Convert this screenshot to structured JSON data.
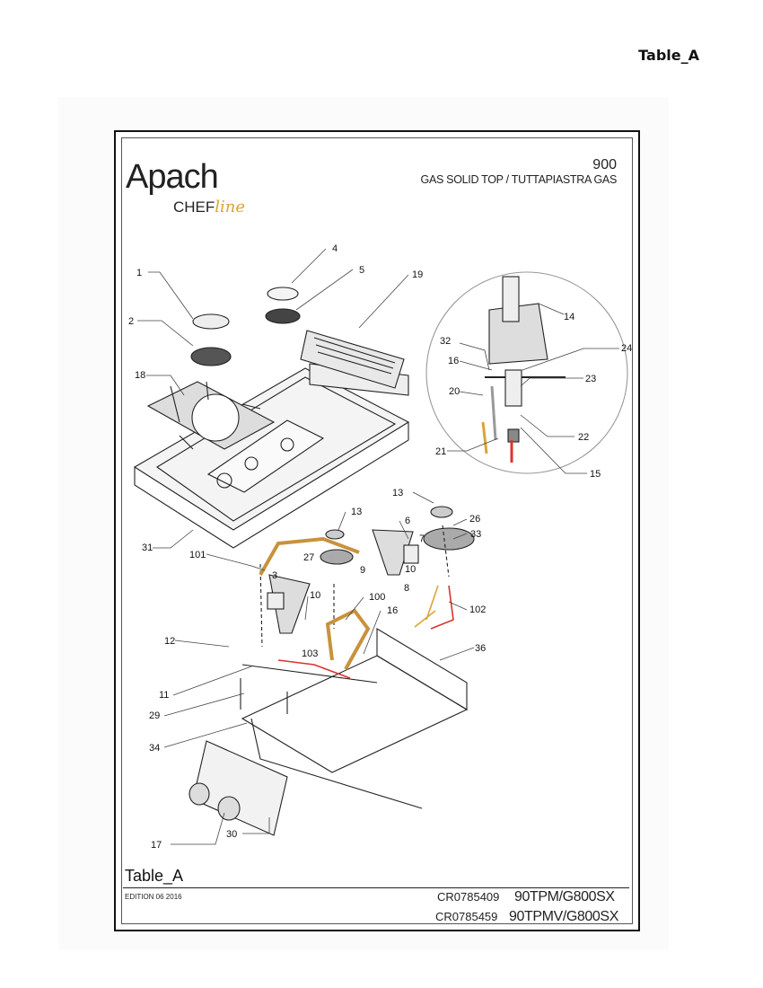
{
  "page_label": "Table_A",
  "brand": {
    "name": "Apach",
    "sub": "CHEF",
    "sub_script": "line"
  },
  "header": {
    "model_number": "900",
    "title": "GAS SOLID TOP / TUTTAPIASTRA GAS"
  },
  "table_title": "Table_A",
  "edition": "EDITION 06 2016",
  "models": [
    {
      "code": "CR0785409",
      "name": "90TPM/G800SX"
    },
    {
      "code": "CR0785459",
      "name": "90TPMV/G800SX"
    }
  ],
  "callouts": {
    "c1": "1",
    "c2": "2",
    "c3": "3",
    "c4": "4",
    "c5": "5",
    "c6": "6",
    "c7": "7",
    "c8": "8",
    "c9": "9",
    "c10a": "10",
    "c10b": "10",
    "c11": "11",
    "c12": "12",
    "c13a": "13",
    "c13b": "13",
    "c14": "14",
    "c15": "15",
    "c16a": "16",
    "c16b": "16",
    "c17": "17",
    "c18": "18",
    "c19": "19",
    "c20": "20",
    "c21": "21",
    "c22": "22",
    "c23": "23",
    "c24": "24",
    "c26": "26",
    "c27": "27",
    "c29": "29",
    "c30": "30",
    "c31": "31",
    "c32": "32",
    "c33": "33",
    "c34": "34",
    "c36": "36",
    "c100": "100",
    "c101": "101",
    "c102": "102",
    "c103": "103"
  },
  "colors": {
    "gas_pipe": "#c8923c",
    "thermocouple": "#d8342c",
    "accent": "#d9a437"
  }
}
